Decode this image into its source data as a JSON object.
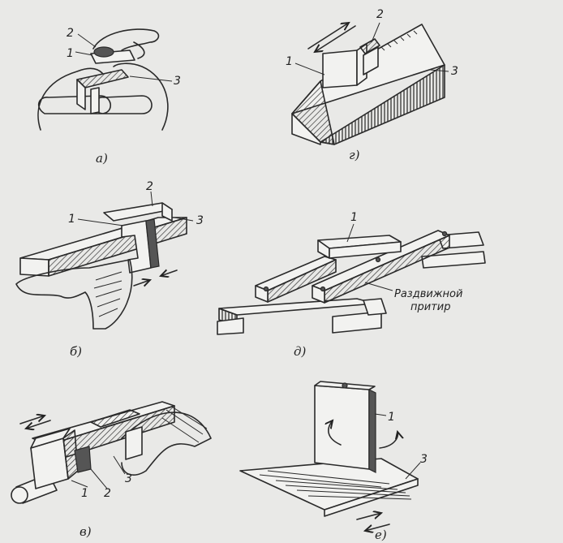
{
  "panels": [
    {
      "id": "a",
      "caption": "а)",
      "labels": [
        "1",
        "2",
        "3"
      ]
    },
    {
      "id": "g",
      "caption": "г)",
      "labels": [
        "1",
        "2",
        "3"
      ]
    },
    {
      "id": "b",
      "caption": "б)",
      "labels": [
        "1",
        "2",
        "3"
      ]
    },
    {
      "id": "d",
      "caption": "д)",
      "labels": [
        "1"
      ],
      "text_line1": "Раздвижной",
      "text_line2": "притир"
    },
    {
      "id": "v",
      "caption": "в)",
      "labels": [
        "1",
        "2",
        "3"
      ]
    },
    {
      "id": "e",
      "caption": "е)",
      "labels": [
        "1",
        "3"
      ]
    }
  ]
}
